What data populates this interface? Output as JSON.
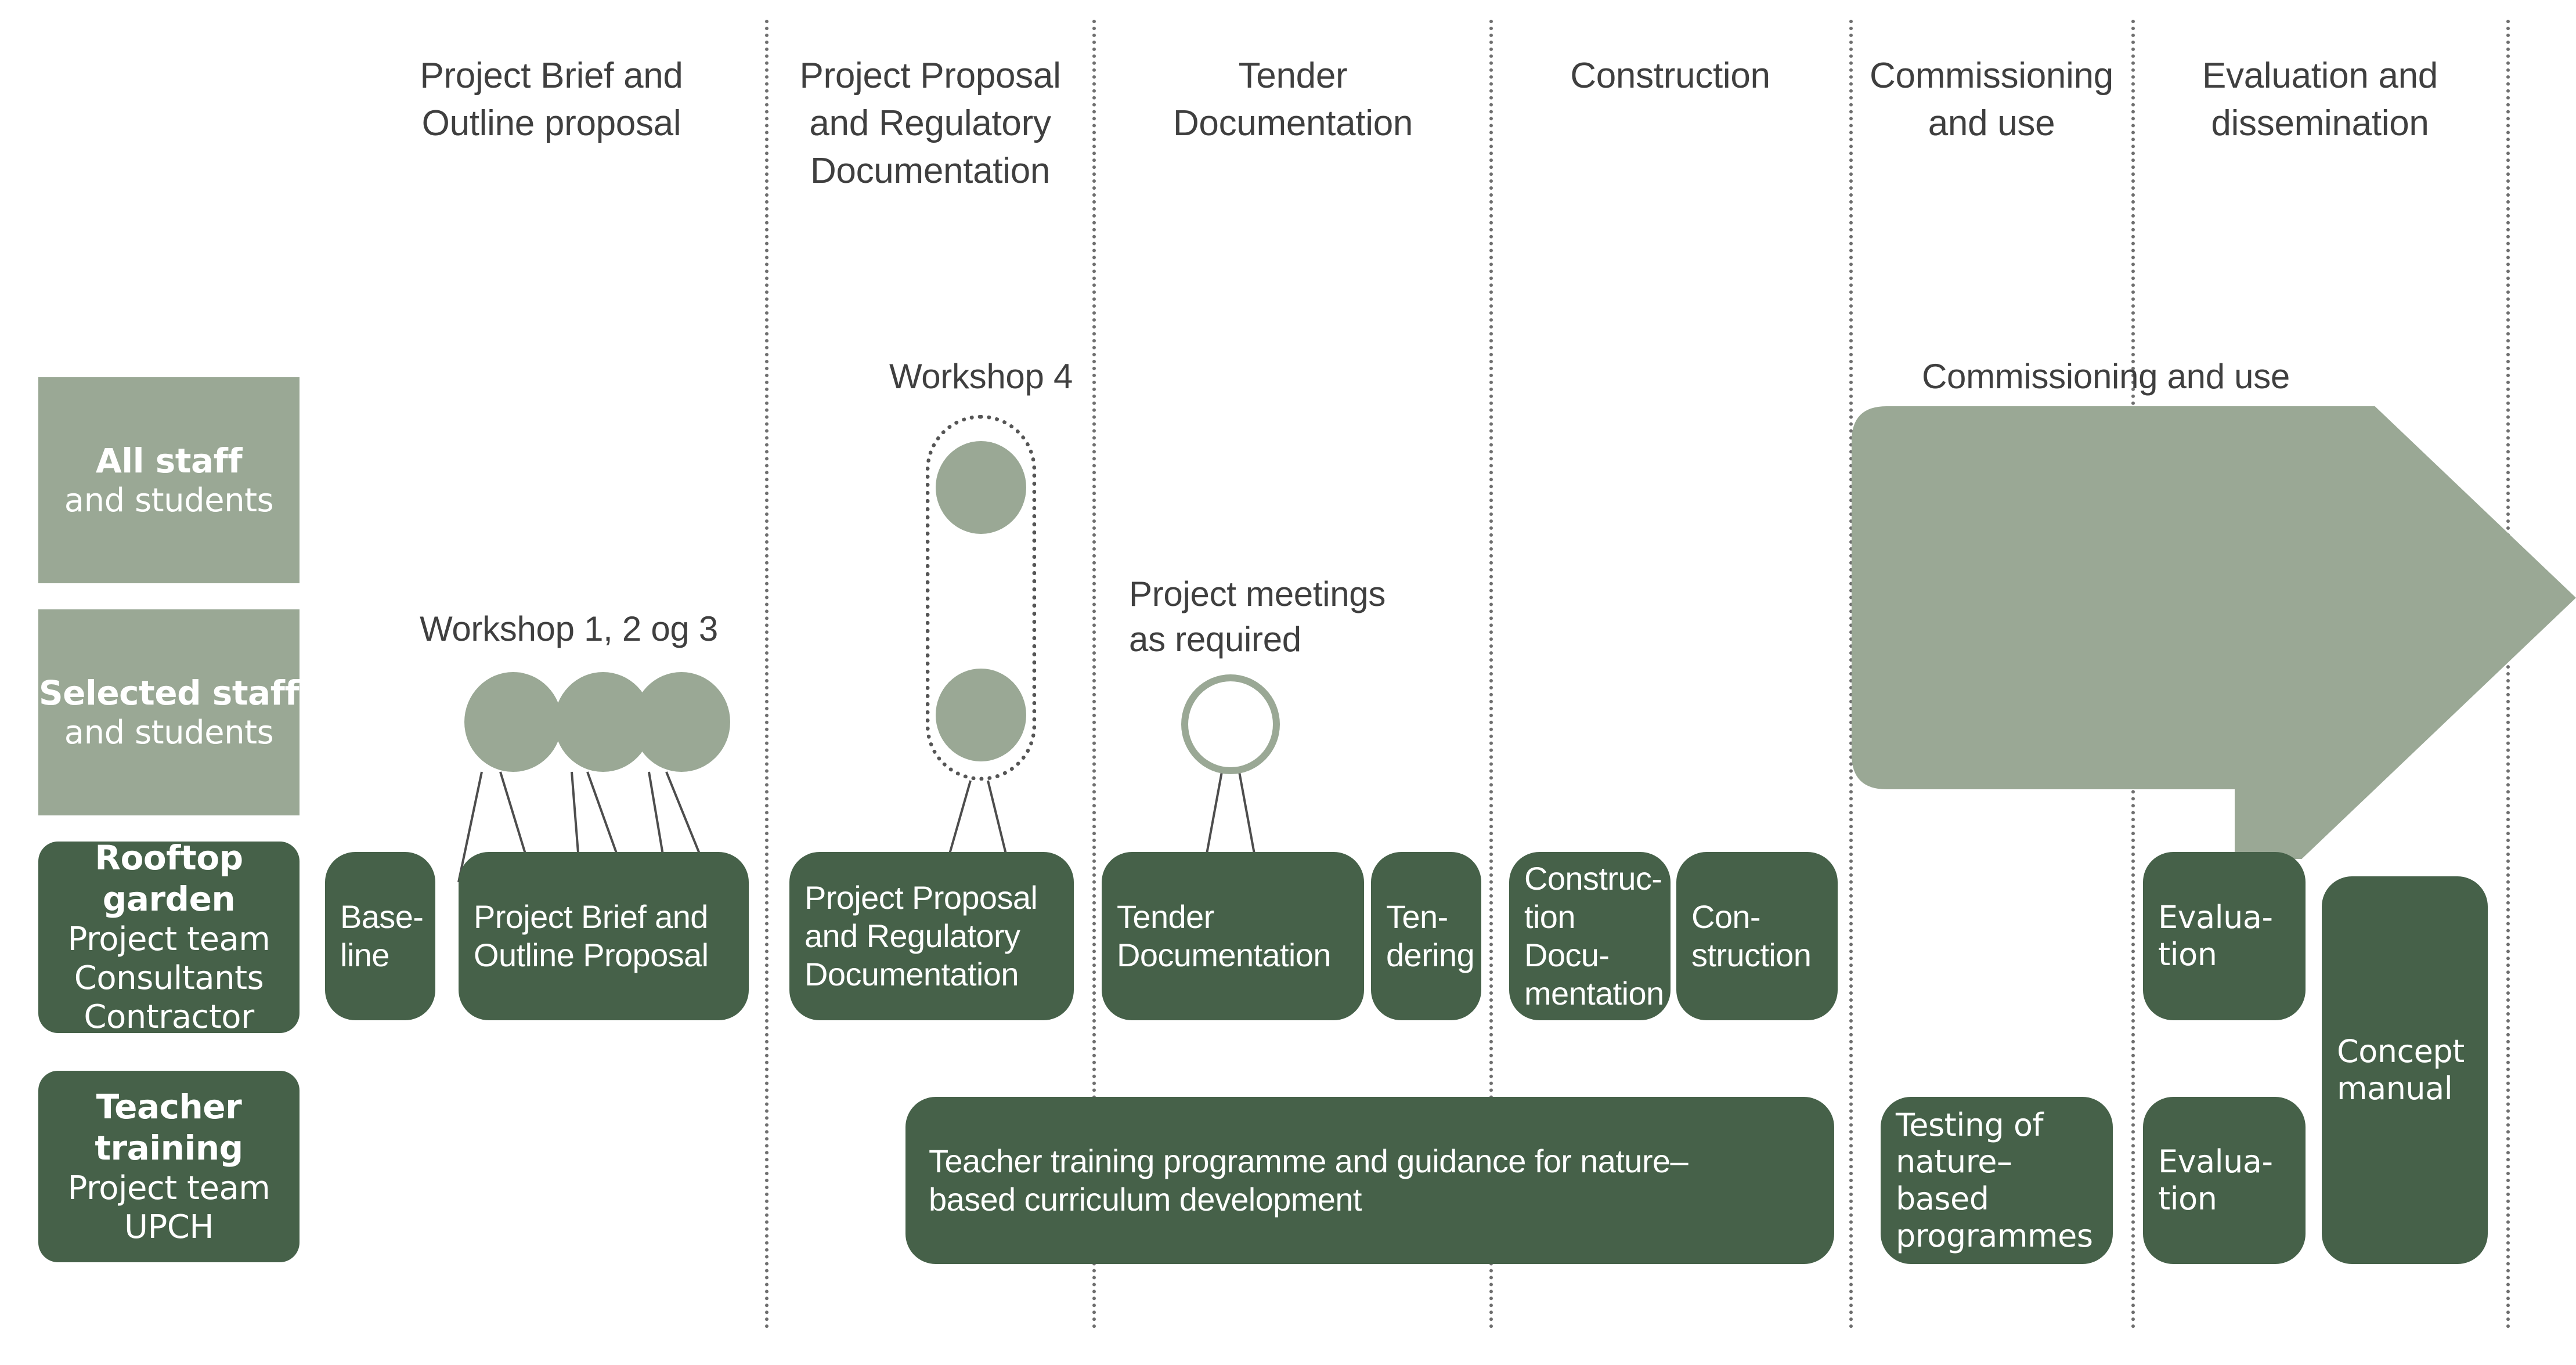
{
  "meta": {
    "colors": {
      "dark_green": "#466149",
      "light_green": "#9aa895",
      "text_grey": "#3f3f3f",
      "white": "#ffffff",
      "divider": "#6f6f6f"
    }
  },
  "phases": [
    {
      "id": "phase-brief",
      "label": "Project Brief and\nOutline proposal"
    },
    {
      "id": "phase-proposal",
      "label": "Project Proposal\nand Regulatory\nDocumentation"
    },
    {
      "id": "phase-tender",
      "label": "Tender\nDocumentation"
    },
    {
      "id": "phase-construction",
      "label": "Construction"
    },
    {
      "id": "phase-commissioning",
      "label": "Commissioning\nand use"
    },
    {
      "id": "phase-evaluation",
      "label": "Evaluation and\ndissemination"
    }
  ],
  "stakeholders": [
    {
      "id": "all-staff",
      "heading": "All staff",
      "sub": [
        "and students"
      ]
    },
    {
      "id": "selected-staff",
      "heading": "Selected staff",
      "sub": [
        "and students"
      ]
    },
    {
      "id": "rooftop-garden",
      "heading": "Rooftop garden",
      "sub": [
        "Project team",
        "Consultants",
        "Contractor"
      ]
    },
    {
      "id": "teacher-training",
      "heading": "Teacher training",
      "sub": [
        "Project team",
        "UPCH"
      ]
    }
  ],
  "annotations": [
    {
      "id": "workshops-123",
      "text": "Workshop 1, 2 og 3"
    },
    {
      "id": "workshop-4",
      "text": "Workshop 4"
    },
    {
      "id": "project-meetings",
      "text": "Project meetings\nas required"
    },
    {
      "id": "commissioning-arrow",
      "text": "Commissioning and use"
    }
  ],
  "process_boxes": [
    {
      "id": "baseline",
      "text": "Base-\nline"
    },
    {
      "id": "project-brief",
      "text": "Project Brief and\nOutline Proposal"
    },
    {
      "id": "project-proposal",
      "text": "Project Proposal\nand Regulatory\nDocumentation"
    },
    {
      "id": "tender-documentation",
      "text": "Tender\nDocumentation"
    },
    {
      "id": "tendering",
      "text": "Ten-\ndering"
    },
    {
      "id": "construction-docs",
      "text": "Construc-\ntion Docu-\nmentation"
    },
    {
      "id": "construction",
      "text": "Con-\nstruction"
    },
    {
      "id": "evaluation-top",
      "text": "Evalua-\ntion"
    },
    {
      "id": "concept-manual",
      "text": "Concept\nmanual"
    },
    {
      "id": "teacher-programme",
      "text": "Teacher training programme and guidance for nature–\nbased curriculum development"
    },
    {
      "id": "testing-programmes",
      "text": "Testing of\nnature–based\nprogrammes"
    },
    {
      "id": "evaluation-bottom",
      "text": "Evalua-\ntion"
    }
  ]
}
